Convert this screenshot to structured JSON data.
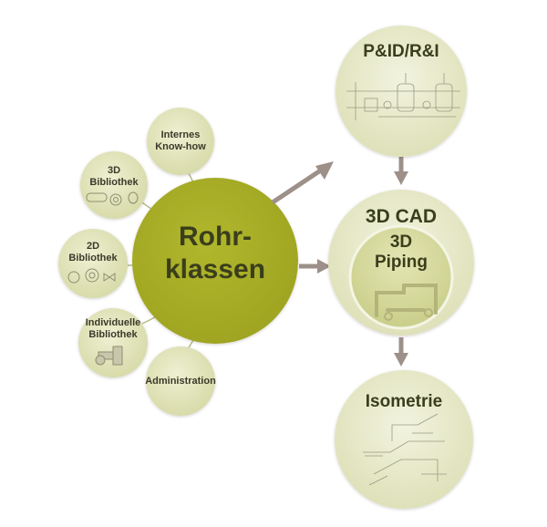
{
  "center": {
    "line1": "Rohr-",
    "line2": "klassen"
  },
  "satellites": {
    "internes": {
      "line1": "Internes",
      "line2": "Know-how"
    },
    "bib3d": {
      "line1": "3D",
      "line2": "Bibliothek"
    },
    "bib2d": {
      "line1": "2D",
      "line2": "Bibliothek"
    },
    "individuelle": {
      "line1": "Individuelle",
      "line2": "Bibliothek"
    },
    "administration": {
      "label": "Administration"
    }
  },
  "pid": {
    "title": "P&ID/R&I"
  },
  "cad": {
    "title": "3D CAD",
    "inner_line1": "3D",
    "inner_line2": "Piping"
  },
  "iso": {
    "title": "Isometrie"
  },
  "colors": {
    "center_fill": "#a7ad26",
    "satellite_fill": "#dfe2b4",
    "right_circle_fill": "#e6e8c6",
    "arrow": "#9d9089",
    "connector": "#b7b98a"
  }
}
